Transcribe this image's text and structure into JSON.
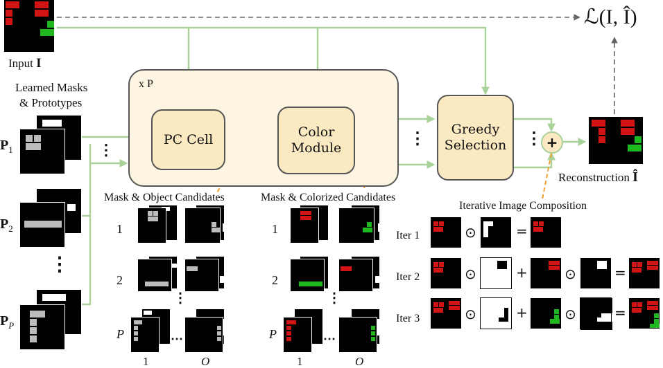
{
  "labels": {
    "input": "Input",
    "input_symbol": "I",
    "learned_masks_line1": "Learned Masks",
    "learned_masks_line2": "& Prototypes",
    "p1": "P",
    "p1_sub": "1",
    "p2": "P",
    "p2_sub": "2",
    "pp": "P",
    "pp_sub": "P",
    "xp": "x P",
    "pc_cell": "PC Cell",
    "color_module_line1": "Color",
    "color_module_line2": "Module",
    "greedy_line1": "Greedy",
    "greedy_line2": "Selection",
    "loss": "ℒ(I, Î)",
    "reconstruction": "Reconstruction",
    "reconstruction_symbol": "Î",
    "mask_object_candidates": "Mask & Object Candidates",
    "mask_colorized_candidates": "Mask & Colorized Candidates",
    "iterative_composition": "Iterative Image Composition",
    "row1": "1",
    "row2": "2",
    "rowP": "P",
    "col1": "1",
    "colO": "O",
    "iter1": "Iter 1",
    "iter2": "Iter 2",
    "iter3": "Iter 3",
    "ellipsis": "⋮",
    "hellipsis": "⋯",
    "plus": "+",
    "odot": "⊙",
    "equals": "="
  },
  "colors": {
    "arrow_green": "#a9d19a",
    "dash_orange": "#f0a030",
    "dash_gray": "#666666",
    "outer_fill": "#fdf5e2",
    "inner_fill": "#fbe9c2",
    "red": "#d11414",
    "green": "#1fb81f"
  }
}
